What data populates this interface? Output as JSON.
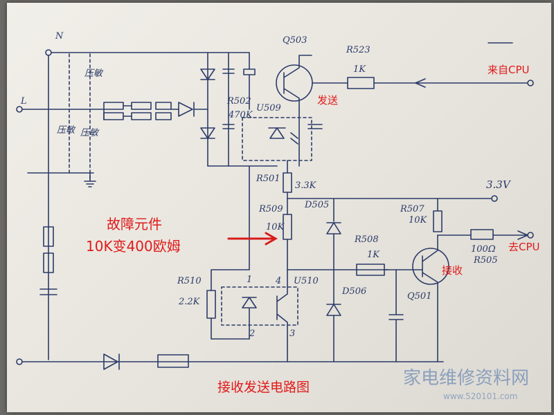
{
  "annotations": {
    "from_cpu": "来自CPU",
    "send": "发送",
    "fault_line1": "故障元件",
    "fault_line2": "10K变400欧姆",
    "to_cpu": "去CPU",
    "receive": "接收",
    "caption": "接收发送电路图"
  },
  "handwritten": {
    "N": "N",
    "L": "L",
    "q503": "Q503",
    "r523": "R523",
    "r523_val": "1K",
    "u509": "U509",
    "r502": "R502",
    "r502_val": "470K",
    "r501": "R501",
    "r501_val": "3.3K",
    "v33": "3.3V",
    "r509": "R509",
    "r509_val": "10K",
    "d505": "D505",
    "r507": "R507",
    "r507_val": "10K",
    "r508": "R508",
    "r508_val": "1K",
    "r505": "R505",
    "r505_val": "100Ω",
    "r510": "R510",
    "r510_val": "2.2K",
    "u510": "U510",
    "d506": "D506",
    "q501": "Q501",
    "varistor": "压敏",
    "pin1": "1",
    "pin2": "2",
    "pin3": "3",
    "pin4": "4"
  },
  "watermark": {
    "logo_text": "家电维修资料网",
    "url": "www.520101.com"
  },
  "colors": {
    "ink": "#2b3a68",
    "annotation": "#e01a1a",
    "paper": "#ece9e2"
  }
}
